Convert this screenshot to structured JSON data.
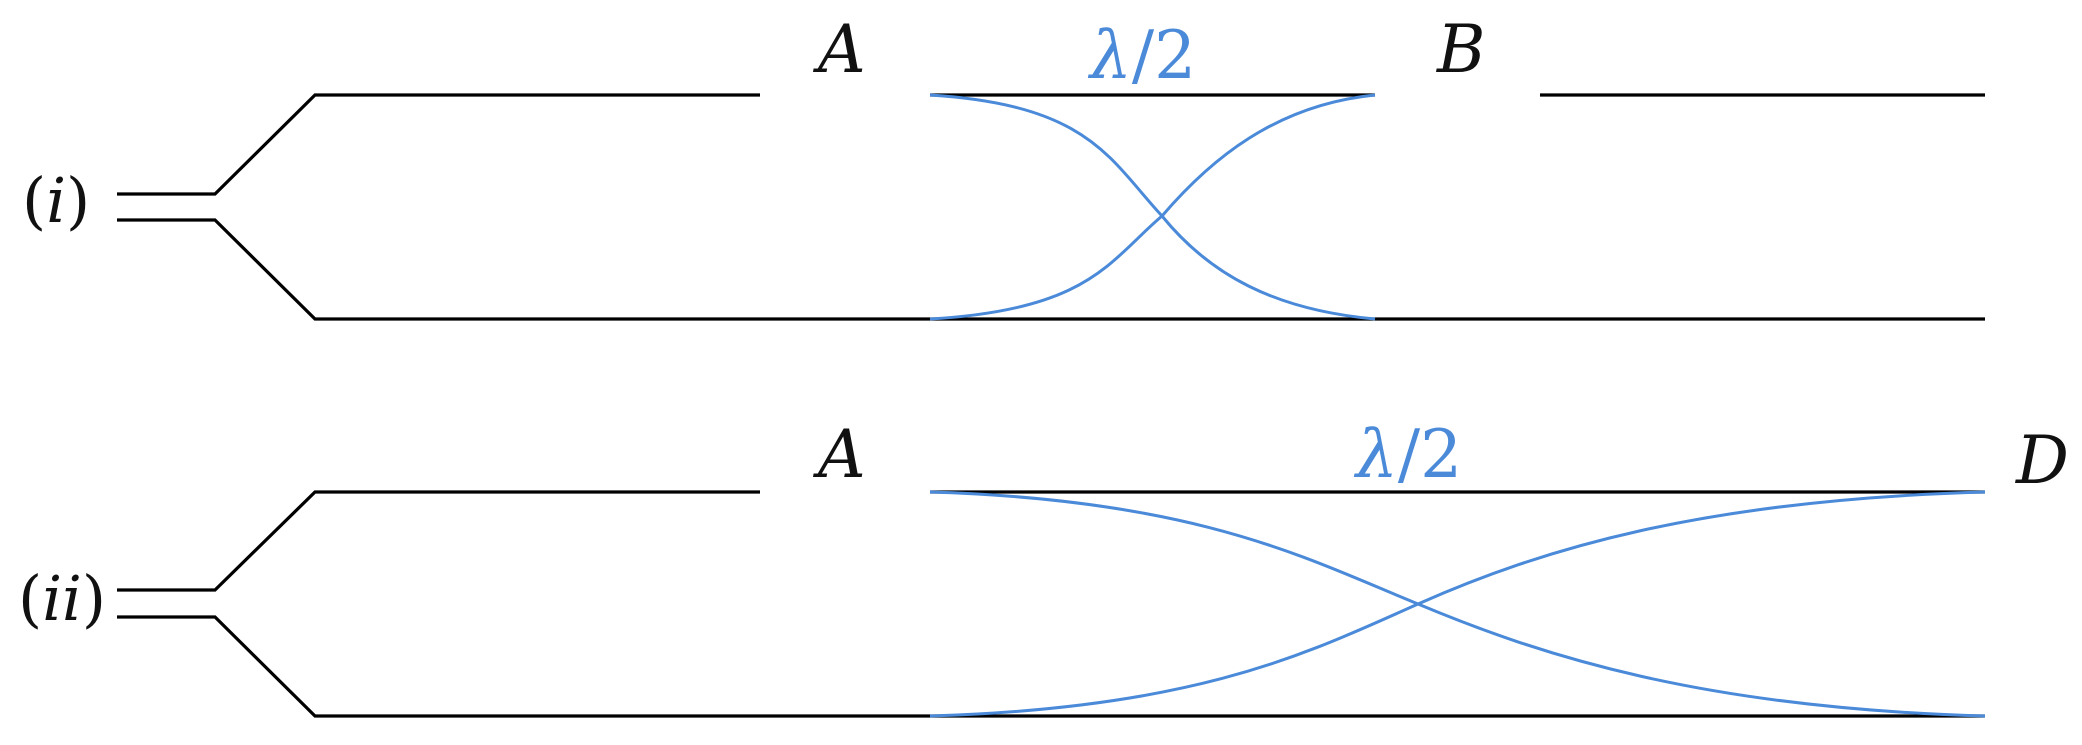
{
  "colors": {
    "wire": "#000000",
    "mode": "#4a8ad9"
  },
  "panels": [
    {
      "case": {
        "open": "(",
        "roman": "i",
        "close": ")"
      },
      "point_left": "A",
      "point_right": "B",
      "mode": {
        "lambda": "λ",
        "fraction": "/2"
      }
    },
    {
      "case": {
        "open": "(",
        "roman": "ii",
        "close": ")"
      },
      "point_left": "A",
      "point_right": "D",
      "mode": {
        "lambda": "λ",
        "fraction": "/2"
      }
    }
  ]
}
